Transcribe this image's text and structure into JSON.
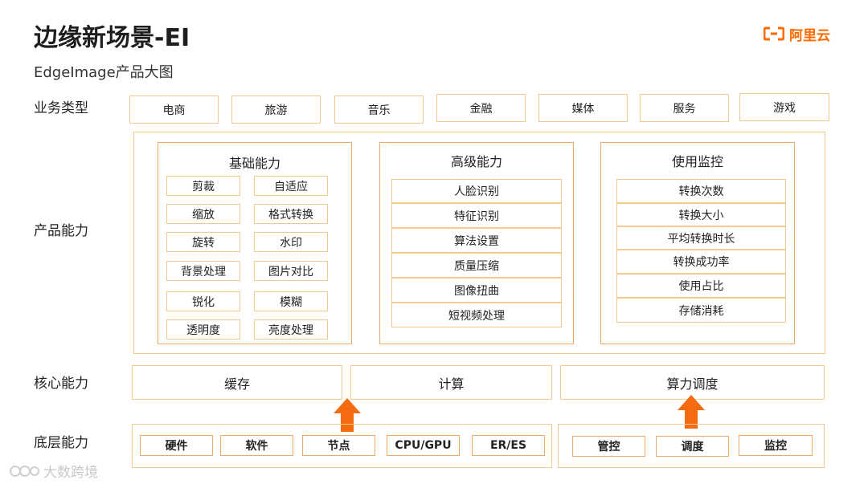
{
  "title": "边缘新场景-EI",
  "subtitle": "EdgeImage产品大图",
  "logo": {
    "text": "阿里云",
    "color": "#ff6a00"
  },
  "rows": {
    "business": "业务类型",
    "product": "产品能力",
    "core": "核心能力",
    "base": "底层能力"
  },
  "business_types": [
    "电商",
    "旅游",
    "音乐",
    "金融",
    "媒体",
    "服务",
    "游戏"
  ],
  "groups": {
    "basic": {
      "title": "基础能力",
      "items": [
        "剪裁",
        "自适应",
        "缩放",
        "格式转换",
        "旋转",
        "水印",
        "背景处理",
        "图片对比",
        "锐化",
        "模糊",
        "透明度",
        "亮度处理"
      ]
    },
    "advanced": {
      "title": "高级能力",
      "items": [
        "人脸识别",
        "特征识别",
        "算法设置",
        "质量压缩",
        "图像扭曲",
        "短视频处理"
      ]
    },
    "monitor": {
      "title": "使用监控",
      "items": [
        "转换次数",
        "转换大小",
        "平均转换时长",
        "转换成功率",
        "使用占比",
        "存储消耗"
      ]
    }
  },
  "core_capabilities": [
    "缓存",
    "计算",
    "算力调度"
  ],
  "base_left": [
    "硬件",
    "软件",
    "节点",
    "CPU/GPU",
    "ER/ES"
  ],
  "base_right": [
    "管控",
    "调度",
    "监控"
  ],
  "watermark": "大数跨境",
  "colors": {
    "accent": "#ff6a00",
    "border": "#f3c98e",
    "arrow": "#f46b10"
  }
}
